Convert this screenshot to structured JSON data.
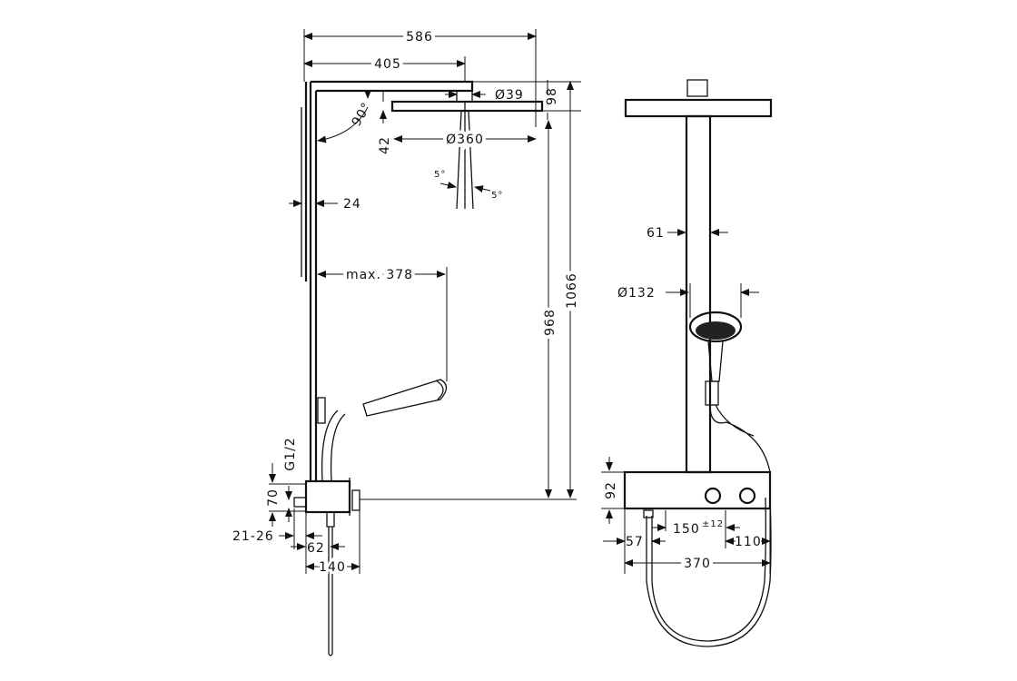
{
  "side_view": {
    "dim_total_width": "586",
    "dim_arm_length": "405",
    "dim_arm_dia": "Ø39",
    "dim_head_height": "98",
    "dim_angle": "90°",
    "dim_head_offset": "42",
    "dim_head_dia": "Ø360",
    "dim_tilt_left": "5°",
    "dim_tilt_right": "5°",
    "dim_rail_width": "24",
    "dim_handshower_reach": "max. 378",
    "dim_height_inner": "968",
    "dim_height_total": "1066",
    "dim_thread": "G1/2",
    "dim_inlet_height": "70",
    "dim_wall_offset": "21-26",
    "dim_hose_offset": "62",
    "dim_body_depth": "140"
  },
  "front_view": {
    "dim_rail_width": "61",
    "dim_handshower_dia": "Ø132",
    "dim_body_height": "92",
    "dim_valve_spacing": "150",
    "dim_valve_tolerance": "±12",
    "dim_left_offset": "57",
    "dim_right_offset": "110",
    "dim_body_width": "370"
  },
  "colors": {
    "line": "#111111",
    "background": "#ffffff"
  }
}
